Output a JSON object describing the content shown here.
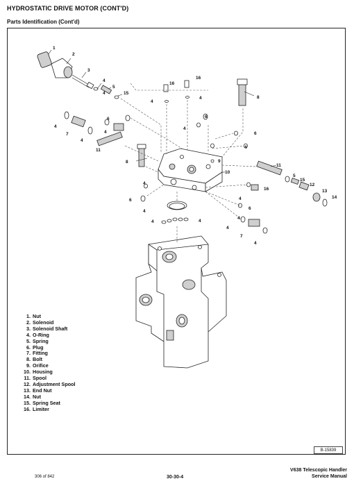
{
  "header": {
    "title": "HYDROSTATIC DRIVE MOTOR (CONT'D)",
    "subtitle": "Parts Identification (Cont'd)"
  },
  "diagram": {
    "callouts": {
      "n1": "1",
      "n2": "2",
      "n3": "3",
      "n4": "4",
      "n5": "5",
      "n6": "6",
      "n7": "7",
      "n8": "8",
      "n9": "9",
      "n10": "10",
      "n11": "11",
      "n12": "12",
      "n13": "13",
      "n14": "14",
      "n15": "15",
      "n16": "16"
    },
    "figure_id": "B-15839"
  },
  "legend": [
    {
      "num": "1.",
      "name": "Nut"
    },
    {
      "num": "2.",
      "name": "Solenoid"
    },
    {
      "num": "3.",
      "name": "Solenoid Shaft"
    },
    {
      "num": "4.",
      "name": "O-Ring"
    },
    {
      "num": "5.",
      "name": "Spring"
    },
    {
      "num": "6.",
      "name": "Plug"
    },
    {
      "num": "7.",
      "name": "Fitting"
    },
    {
      "num": "8.",
      "name": "Bolt"
    },
    {
      "num": "9.",
      "name": "Orifice"
    },
    {
      "num": "10.",
      "name": "Housing"
    },
    {
      "num": "11.",
      "name": "Spool"
    },
    {
      "num": "12.",
      "name": "Adjustment Spool"
    },
    {
      "num": "13.",
      "name": "End Nut"
    },
    {
      "num": "14.",
      "name": "Nut"
    },
    {
      "num": "15.",
      "name": "Spring Seat"
    },
    {
      "num": "16.",
      "name": "Limiter"
    }
  ],
  "footer": {
    "page": "306 of 842",
    "section": "30-30-4",
    "model": "V638 Telescopic Handler",
    "manual": "Service Manual"
  }
}
